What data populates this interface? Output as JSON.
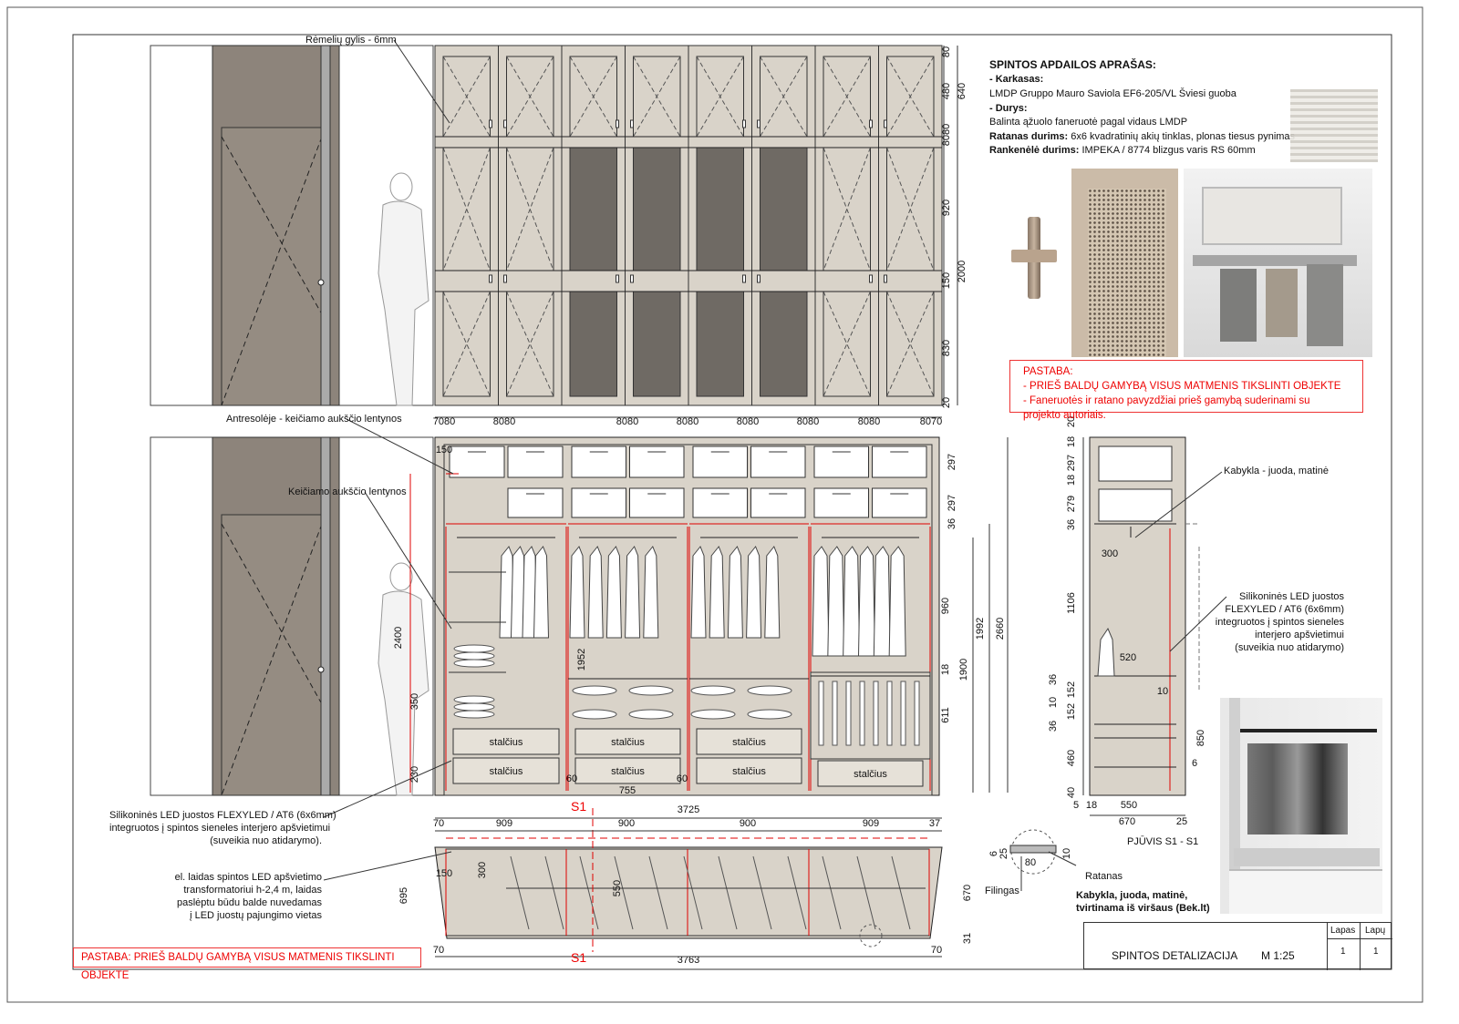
{
  "title_block": {
    "title": "SPINTOS DETALIZACIJA",
    "scale": "M 1:25",
    "sheet_label": "Lapas",
    "sheets_label": "Lapų",
    "sheet": "1",
    "sheets": "1"
  },
  "spec": {
    "heading": "SPINTOS APDAILOS APRAŠAS:",
    "frame_label": "- Karkasas:",
    "frame_value": "LMDP Gruppo Mauro Saviola EF6-205/VL Šviesi guoba",
    "doors_label": "- Durys:",
    "doors_value": "Balinta ąžuolo faneruotė pagal vidaus LMDP",
    "rattan_label": "Ratanas durims:",
    "rattan_value": " 6x6 kvadratinių akių tinklas, plonas tiesus pynimas",
    "handle_label": "Rankenėlė durims:",
    "handle_value": "  IMPEKA / 8774 blizgus varis RS 60mm"
  },
  "note": {
    "title": "PASTABA:",
    "line1": "- PRIEŠ BALDŲ GAMYBĄ VISUS MATMENIS TIKSLINTI OBJEKTE",
    "line2": "- Faneruotės ir ratano pavyzdžiai prieš gamybą suderinami su projekto autoriais."
  },
  "bottom_note": "PASTABA: PRIEŠ BALDŲ GAMYBĄ VISUS MATMENIS TIKSLINTI OBJEKTE",
  "callouts": {
    "frame_depth": "Rėmelių gylis - 6mm",
    "mezzanine": "Antresolėje - keičiamo aukščio lentynos",
    "adjustable": "Keičiamo aukščio lentynos",
    "led_left": [
      "Silikoninės LED juostos FLEXYLED / AT6 (6x6mm)",
      "integruotos į spintos sieneles interjero apšvietimui",
      "(suveikia nuo atidarymo)."
    ],
    "cable": [
      "el. laidas spintos LED apšvietimo",
      "transformatoriui h-2,4 m, laidas",
      "paslėptu būdu balde nuvedamas",
      "į LED juostų pajungimo vietas"
    ],
    "rail": "Kabykla - juoda, matinė",
    "led_right": [
      "Silikoninės LED juostos",
      "FLEXYLED / AT6 (6x6mm)",
      "integruotos į spintos sieneles",
      "interjero apšvietimui",
      "(suveikia nuo atidarymo)"
    ],
    "rattan": "Ratanas",
    "panel": "Filingas",
    "rail_photo": [
      "Kabykla, juoda, matinė,",
      "tvirtinama iš viršaus (Bek.lt)"
    ],
    "section_title": "PJŪVIS S1 - S1",
    "section_mark": "S1"
  },
  "drawer_label": "stalčius",
  "dims": {
    "top_right": [
      "80",
      "480",
      "640",
      "8080",
      "920",
      "150",
      "2000",
      "830",
      "20"
    ],
    "top_bottom": [
      "7080",
      "8080",
      "8080",
      "8080",
      "8080",
      "8080",
      "8080",
      "8070"
    ],
    "mid_right": [
      "297",
      "297",
      "36",
      "960",
      "18",
      "611",
      "1900",
      "1992",
      "2660"
    ],
    "mid_left": [
      "150",
      "2400",
      "1952",
      "350",
      "230"
    ],
    "mid_bottom": [
      "60",
      "755",
      "60"
    ],
    "plan_top": [
      "3725",
      "70",
      "909",
      "900",
      "900",
      "909",
      "37"
    ],
    "plan_side": [
      "695",
      "300",
      "550",
      "150",
      "670",
      "31"
    ],
    "plan_bottom": [
      "70",
      "3763",
      "70"
    ],
    "section": [
      "20",
      "18",
      "297",
      "18",
      "279",
      "36",
      "1106",
      "36",
      "152",
      "10",
      "152",
      "36",
      "460",
      "40",
      "300",
      "520",
      "10",
      "850",
      "6",
      "5",
      "18",
      "550",
      "670",
      "25"
    ],
    "detail": [
      "6",
      "25",
      "80",
      "10"
    ]
  },
  "colors": {
    "wood": "#d9d3c9",
    "rattan": "#6f6a64",
    "red": "#e00000",
    "line": "#222222"
  }
}
